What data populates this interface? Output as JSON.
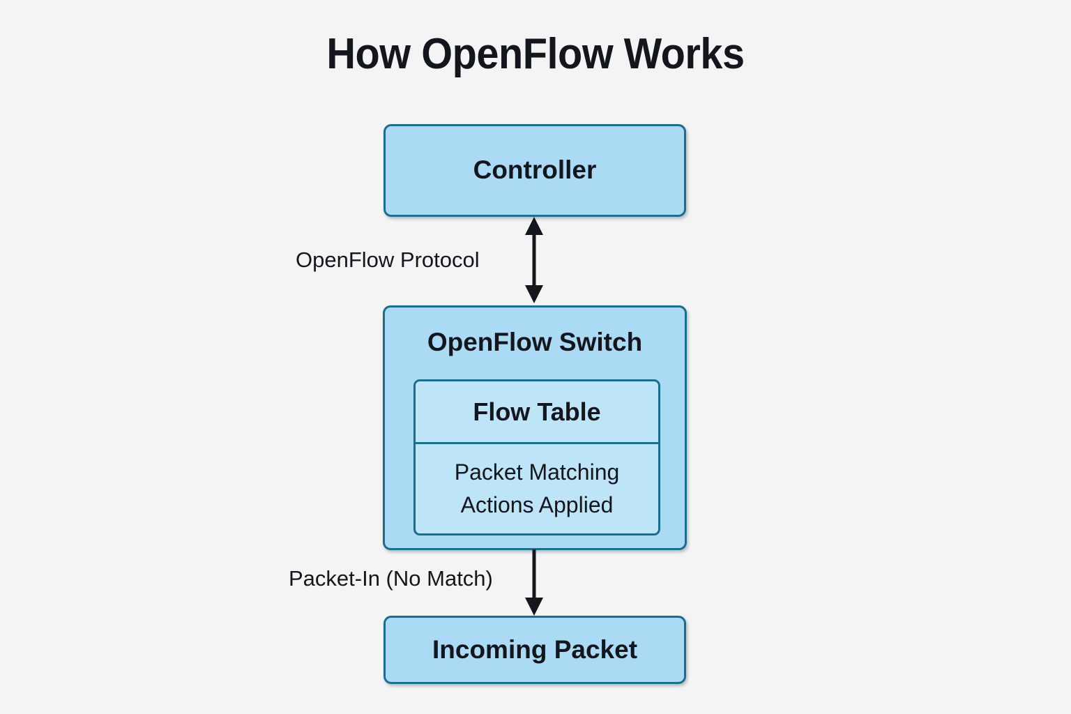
{
  "diagram": {
    "title": "How OpenFlow Works",
    "background_color": "#f4f4f4",
    "node_fill": "#abdaf4",
    "node_inner_fill": "#bee4f8",
    "node_border": "#1a6e8e",
    "text_color": "#13161c",
    "arrow_color": "#13161c"
  },
  "nodes": {
    "controller": {
      "label": "Controller"
    },
    "switch": {
      "label": "OpenFlow Switch",
      "inner": {
        "flow_table": "Flow Table",
        "packet_matching_line1": "Packet Matching",
        "packet_matching_line2": "Actions Applied"
      }
    },
    "incoming_packet": {
      "label": "Incoming Packet"
    }
  },
  "edges": {
    "protocol": {
      "label": "OpenFlow Protocol",
      "direction": "bidirectional",
      "from": "Controller",
      "to": "OpenFlow Switch"
    },
    "packet_in": {
      "label": "Packet-In (No Match)",
      "direction": "down",
      "from": "OpenFlow Switch",
      "to": "Incoming Packet"
    }
  }
}
